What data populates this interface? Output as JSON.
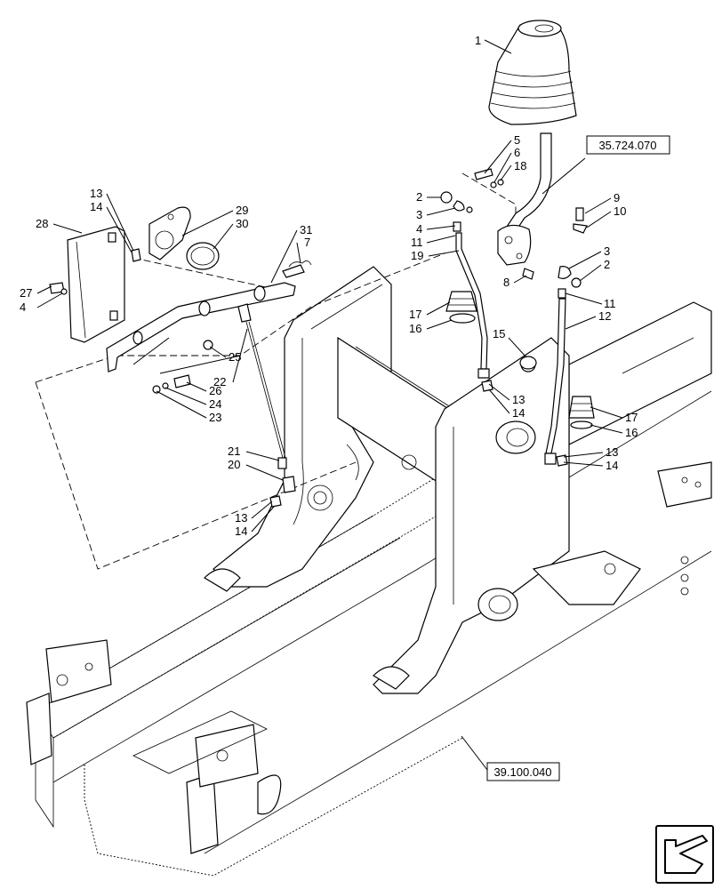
{
  "references": {
    "top_right": "35.724.070",
    "bottom": "39.100.040"
  },
  "callouts": [
    {
      "id": "c1",
      "text": "1"
    },
    {
      "id": "c5",
      "text": "5"
    },
    {
      "id": "c6",
      "text": "6"
    },
    {
      "id": "c18",
      "text": "18"
    },
    {
      "id": "c9",
      "text": "9"
    },
    {
      "id": "c10",
      "text": "10"
    },
    {
      "id": "c2a",
      "text": "2"
    },
    {
      "id": "c3a",
      "text": "3"
    },
    {
      "id": "c4a",
      "text": "4"
    },
    {
      "id": "c11a",
      "text": "11"
    },
    {
      "id": "c19",
      "text": "19"
    },
    {
      "id": "c3b",
      "text": "3"
    },
    {
      "id": "c2b",
      "text": "2"
    },
    {
      "id": "c8",
      "text": "8"
    },
    {
      "id": "c11b",
      "text": "11"
    },
    {
      "id": "c12",
      "text": "12"
    },
    {
      "id": "c17a",
      "text": "17"
    },
    {
      "id": "c16a",
      "text": "16"
    },
    {
      "id": "c15",
      "text": "15"
    },
    {
      "id": "c13a",
      "text": "13"
    },
    {
      "id": "c14a",
      "text": "14"
    },
    {
      "id": "c17b",
      "text": "17"
    },
    {
      "id": "c16b",
      "text": "16"
    },
    {
      "id": "c13b",
      "text": "13"
    },
    {
      "id": "c14b",
      "text": "14"
    },
    {
      "id": "c13c",
      "text": "13"
    },
    {
      "id": "c14c",
      "text": "14"
    },
    {
      "id": "c29",
      "text": "29"
    },
    {
      "id": "c30",
      "text": "30"
    },
    {
      "id": "c28",
      "text": "28"
    },
    {
      "id": "c31",
      "text": "31"
    },
    {
      "id": "c7",
      "text": "7"
    },
    {
      "id": "c27",
      "text": "27"
    },
    {
      "id": "c4b",
      "text": "4"
    },
    {
      "id": "c25",
      "text": "25"
    },
    {
      "id": "c22",
      "text": "22"
    },
    {
      "id": "c26",
      "text": "26"
    },
    {
      "id": "c24",
      "text": "24"
    },
    {
      "id": "c23",
      "text": "23"
    },
    {
      "id": "c21",
      "text": "21"
    },
    {
      "id": "c20",
      "text": "20"
    },
    {
      "id": "c13d",
      "text": "13"
    },
    {
      "id": "c14d",
      "text": "14"
    }
  ],
  "icons": {
    "corner": "direction-arrow-icon"
  }
}
